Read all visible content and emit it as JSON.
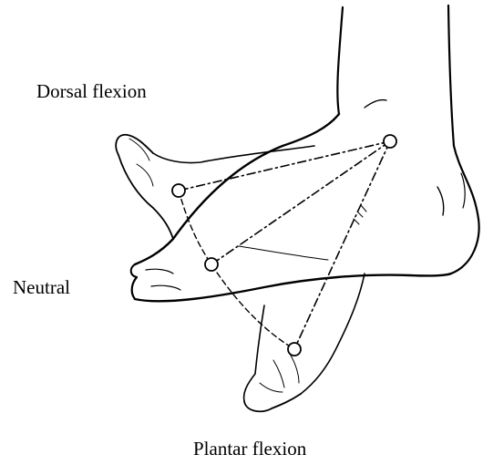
{
  "labels": {
    "dorsal": "Dorsal flexion",
    "neutral": "Neutral",
    "plantar": "Plantar flexion"
  },
  "colors": {
    "ink": "#000000",
    "background": "#ffffff"
  }
}
